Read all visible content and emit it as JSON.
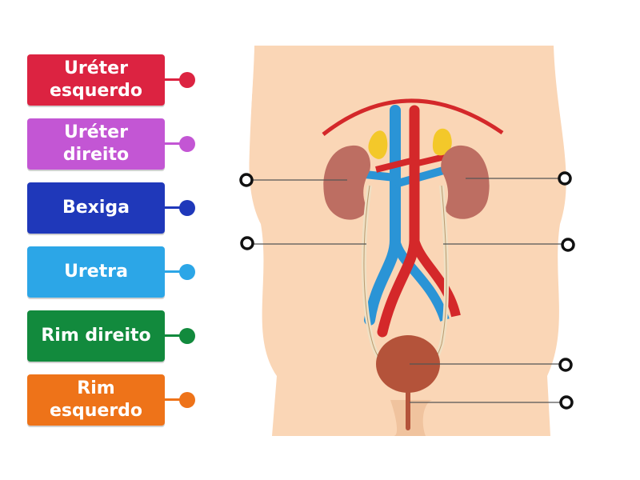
{
  "labels": [
    {
      "text": "Uréter\nesquerdo",
      "color": "#dc2341"
    },
    {
      "text": "Uréter\ndireito",
      "color": "#c356d4"
    },
    {
      "text": "Bexiga",
      "color": "#1f38ba"
    },
    {
      "text": "Uretra",
      "color": "#2ca6e7"
    },
    {
      "text": "Rim direito",
      "color": "#128a3d"
    },
    {
      "text": "Rim\nesquerdo",
      "color": "#ee7319"
    }
  ],
  "colors": {
    "skin": "#fad6b6",
    "artery": "#d4282a",
    "vein": "#2a94d6",
    "kidney": "#bd6e62",
    "adrenal": "#f3c82a",
    "bladder": "#b4533a",
    "pointer_line": "#555555",
    "target_ring": "#111111"
  },
  "icons": [
    "target-ring-icon"
  ]
}
